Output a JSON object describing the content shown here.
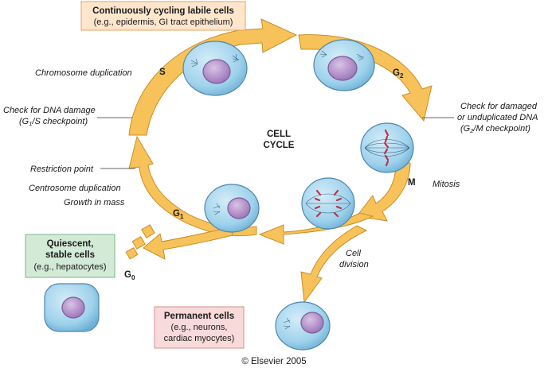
{
  "center_title": [
    "CELL",
    "CYCLE"
  ],
  "phases": {
    "s": "S",
    "g2": "G",
    "g2_sub": "2",
    "m": "M",
    "g1": "G",
    "g1_sub": "1",
    "g0": "G",
    "g0_sub": "0"
  },
  "boxes": {
    "labile": {
      "title": "Continuously cycling labile cells",
      "subtitle": "(e.g., epidermis, GI tract epithelium)"
    },
    "quiescent": {
      "title1": "Quiescent,",
      "title2": "stable cells",
      "subtitle": "(e.g., hepatocytes)"
    },
    "permanent": {
      "title": "Permanent cells",
      "line2": "(e.g., neurons,",
      "line3": "cardiac myocytes)"
    }
  },
  "labels": {
    "chromosome_duplication": "Chromosome duplication",
    "dna_damage_1": "Check for DNA damage",
    "dna_damage_2a": "(G",
    "dna_damage_2sub": "1",
    "dna_damage_2b": "/S checkpoint)",
    "restriction_point": "Restriction point",
    "centrosome_duplication": "Centrosome duplication",
    "growth_in_mass": "Growth in mass",
    "damaged_1": "Check for damaged",
    "damaged_2": "or unduplicated DNA",
    "damaged_3a": "(G",
    "damaged_3sub": "2",
    "damaged_3b": "/M checkpoint)",
    "mitosis": "Mitosis",
    "cell_division_1": "Cell",
    "cell_division_2": "division"
  },
  "copyright": "© Elsevier 2005",
  "colors": {
    "arrow_fill": "#f8c25a",
    "arrow_stroke": "#c98f25",
    "cell_fill": "#9fd2ec",
    "cell_stroke": "#4f86ab",
    "nucleus": "#a985c2",
    "chromosome": "#b8334a",
    "box_labile": "#fde6cc",
    "box_quiescent": "#d3ead7",
    "box_permanent": "#f9dada"
  }
}
